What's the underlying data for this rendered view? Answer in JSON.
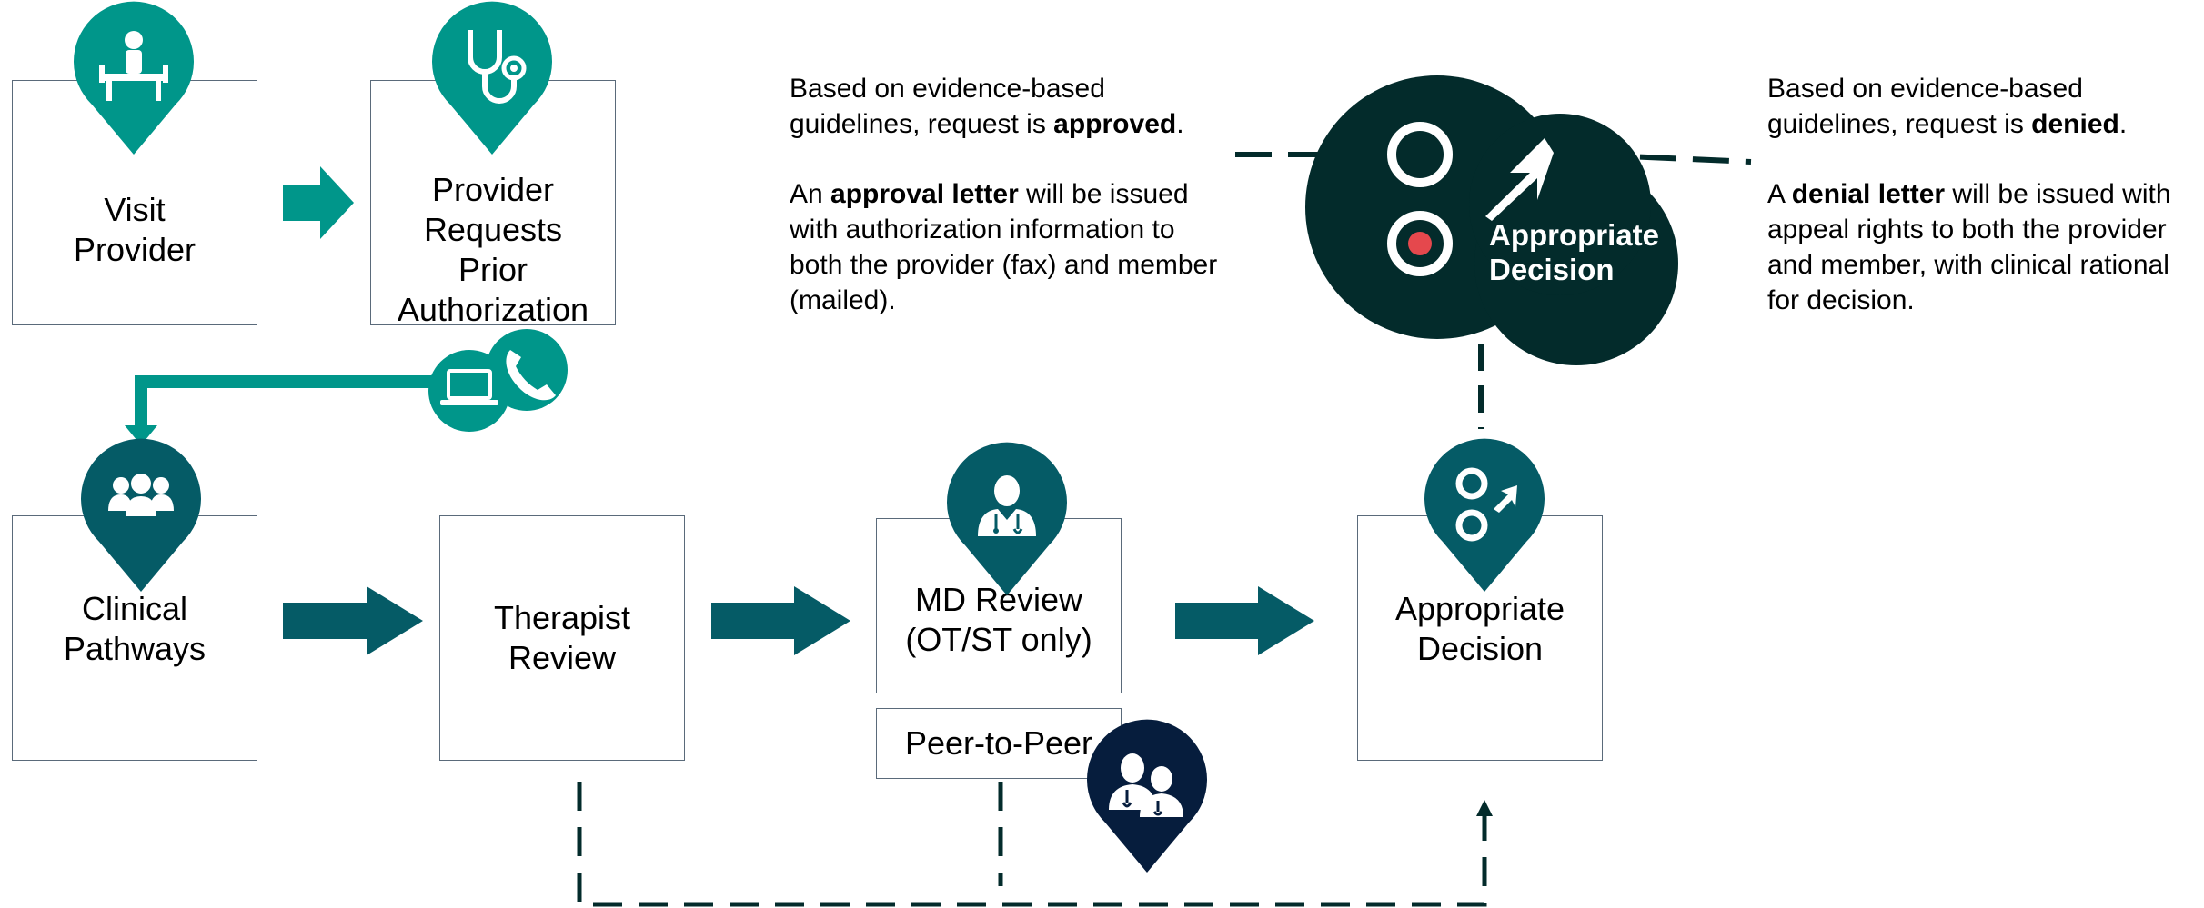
{
  "colors": {
    "teal": "#00968a",
    "dark_teal": "#055b66",
    "navy": "#061d3d",
    "decision_dark": "#032b2b",
    "border": "#5a6a7a",
    "dot_red": "#e5484d"
  },
  "steps": {
    "visit_provider": "Visit\nProvider",
    "provider_requests": "Provider\nRequests\nPrior\nAuthorization",
    "clinical_pathways": "Clinical\nPathways",
    "therapist_review": "Therapist\nReview",
    "md_review": "MD Review\n(OT/ST only)",
    "peer_to_peer": "Peer-to-Peer",
    "appropriate_decision": "Appropriate\nDecision"
  },
  "decision_badge": {
    "line1": "Appropriate",
    "line2": "Decision"
  },
  "approved_note": {
    "p1_pre": "Based on evidence-based guidelines, request is ",
    "p1_bold": "approved",
    "p1_post": ".",
    "p2_pre": "An ",
    "p2_bold": "approval letter",
    "p2_post": " will be issued with authorization information to both the provider (fax) and member (mailed)."
  },
  "denied_note": {
    "p1_pre": "Based on evidence-based guidelines, request is ",
    "p1_bold": "denied",
    "p1_post": ".",
    "p2_pre": "A ",
    "p2_bold": "denial letter",
    "p2_post": " will be issued with appeal rights to both the provider and member, with clinical rational for decision."
  },
  "icons": [
    "patient-exam-icon",
    "stethoscope-icon",
    "laptop-icon",
    "phone-icon",
    "group-icon",
    "doctor-icon",
    "two-doctors-icon",
    "decision-icon",
    "right-arrow-icon"
  ]
}
